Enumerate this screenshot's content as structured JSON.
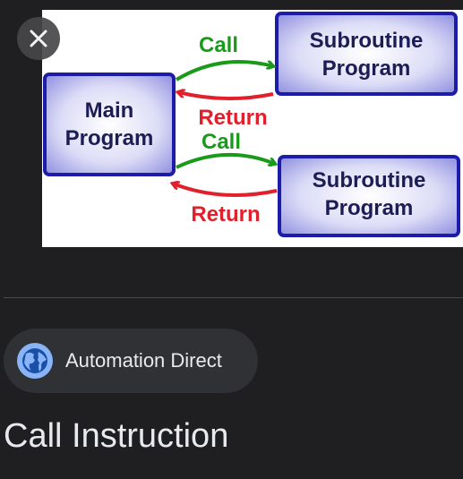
{
  "image": {
    "main_box": {
      "line1": "Main",
      "line2": "Program"
    },
    "subroutine_top": {
      "line1": "Subroutine",
      "line2": "Program"
    },
    "subroutine_bottom": {
      "line1": "Subroutine",
      "line2": "Program"
    },
    "call_top": "Call",
    "return_top": "Return",
    "call_bottom": "Call",
    "return_bottom": "Return",
    "colors": {
      "box_fill": "#b9b9ee",
      "box_border": "#1c1ca8",
      "call_arrow": "#1a9a1a",
      "return_arrow": "#e0202a"
    }
  },
  "close_icon": "close-icon",
  "source": {
    "icon": "globe-icon",
    "name": "Automation Direct"
  },
  "title": "Call Instruction"
}
